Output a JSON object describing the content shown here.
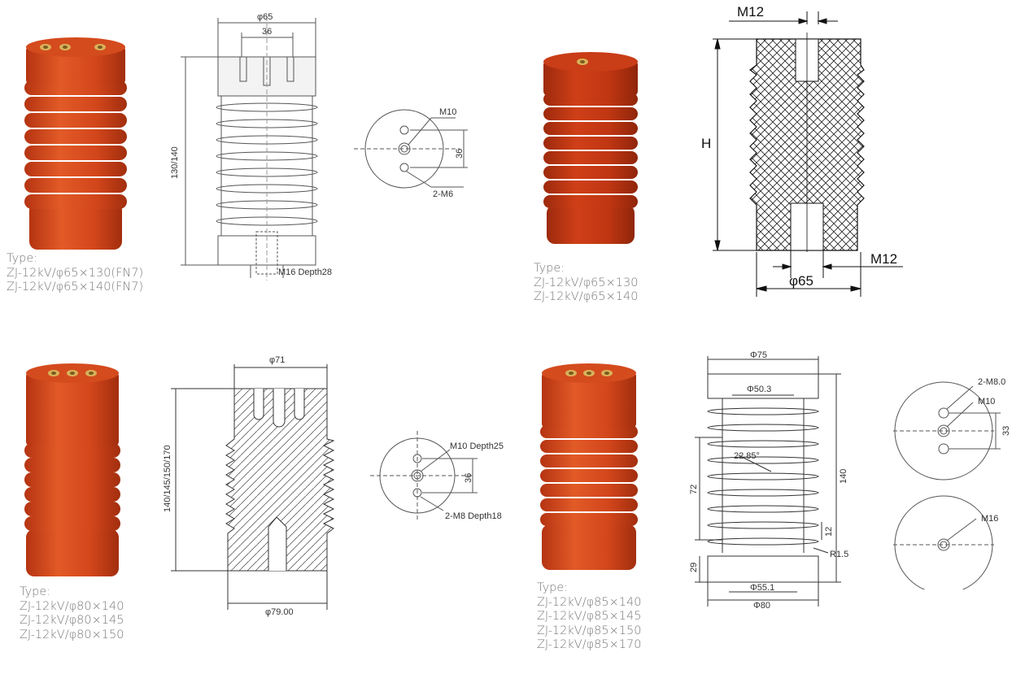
{
  "colors": {
    "insulator_red": "#d8481c",
    "insulator_dark": "#a8300e",
    "brass": "#d9b25a",
    "line": "#555555"
  },
  "products": [
    {
      "type_label": "Type:",
      "models": [
        "ZJ-12kV/φ65×130(FN7)",
        "ZJ-12kV/φ65×140(FN7)"
      ],
      "drawing": {
        "top_diameter": "φ65",
        "hole_spacing": "36",
        "height": "130/140",
        "bottom_hole": "M16 Depth28",
        "top_view_hole": "M10",
        "top_view_spacing": "36",
        "top_view_side_holes": "2-M6"
      }
    },
    {
      "type_label": "Type:",
      "models": [
        "ZJ-12kV/φ65×130",
        "ZJ-12kV/φ65×140"
      ],
      "drawing": {
        "top_thread": "M12",
        "height": "H",
        "bottom_thread": "M12",
        "diameter": "φ65"
      }
    },
    {
      "type_label": "Type:",
      "models": [
        "ZJ-12kV/φ80×140",
        "ZJ-12kV/φ80×145",
        "ZJ-12kV/φ80×150"
      ],
      "drawing": {
        "top_diameter": "φ71",
        "height": "140/145/150/170",
        "bottom_diameter": "φ79.00",
        "top_view_hole": "M10 Depth25",
        "top_view_spacing": "36",
        "top_view_side_holes": "2-M8 Depth18"
      }
    },
    {
      "type_label": "Type:",
      "models": [
        "ZJ-12kV/φ85×140",
        "ZJ-12kV/φ85×145",
        "ZJ-12kV/φ85×150",
        "ZJ-12kV/φ85×170"
      ],
      "drawing": {
        "top_diameter": "Φ75",
        "inner_diameter": "Φ50.3",
        "angle": "22.85°",
        "shed_height": "72",
        "total_height": "140",
        "pitch": "12",
        "radius": "R1.5",
        "base_height": "29",
        "base_inner": "Φ55.1",
        "base_outer": "Φ80",
        "top_view_side_holes": "2-M8.0",
        "top_view_hole": "M10",
        "top_view_spacing": "33",
        "bottom_view_hole": "M16"
      }
    }
  ]
}
